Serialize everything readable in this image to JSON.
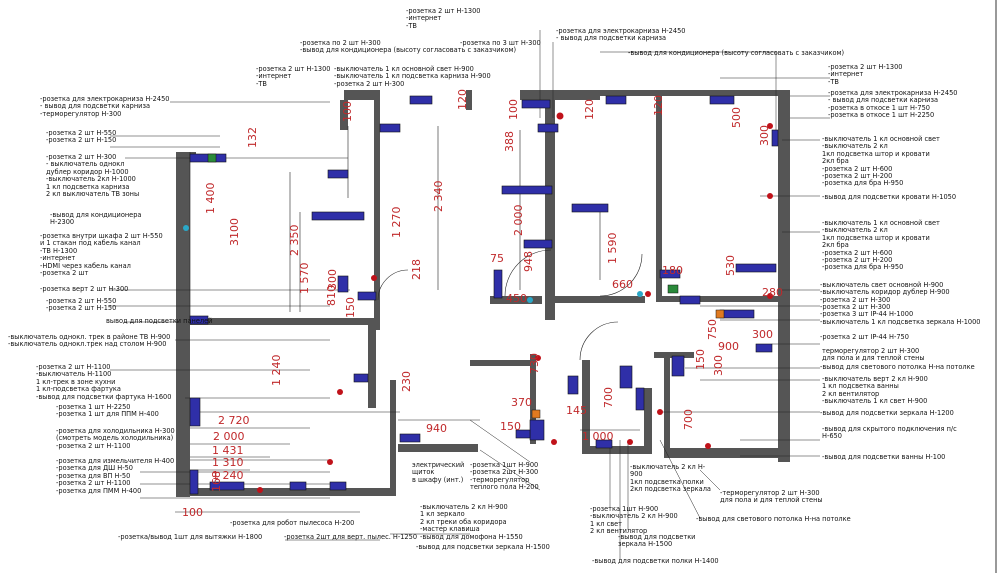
{
  "notes": [
    {
      "id": "t1",
      "lines": [
        "-розетка 2 шт Н-1300",
        "-интернет",
        "-ТВ"
      ]
    },
    {
      "id": "t2",
      "lines": [
        "-розетка по 2 шт Н-300",
        "-вывод для кондиционера (высоту согласовать с заказчиком)"
      ]
    },
    {
      "id": "t3",
      "lines": [
        "-розетка по 3 шт Н-300"
      ]
    },
    {
      "id": "t4",
      "lines": [
        "-розетка для электрокарниза Н-2450",
        "- вывод для подсветки карниза"
      ]
    },
    {
      "id": "t5",
      "lines": [
        "-вывод для кондиционера (высоту согласовать с заказчиком)"
      ]
    },
    {
      "id": "t6",
      "lines": [
        "-розетка 2 шт Н-1300",
        "-интернет",
        "-ТВ"
      ]
    },
    {
      "id": "t7",
      "lines": [
        "-выключатель 1 кл основной свет Н-900",
        "-выключатель 1 кл подсветка карниза Н-900",
        "-розетка 2 шт Н-300"
      ]
    },
    {
      "id": "t8",
      "lines": [
        "-розетка 2 шт Н-1300",
        "-интернет",
        "-ТВ"
      ]
    },
    {
      "id": "t9",
      "lines": [
        "-розетка для электрокарниза Н-2450",
        "- вывод для подсветки карниза",
        "-терморегулятор Н-300"
      ]
    },
    {
      "id": "t10",
      "lines": [
        "-розетка для электрокарниза Н-2450",
        "- вывод для подсветки карниза",
        "-розетка в откосе 1 шт Н-750",
        "-розетка в откосе 1 шт Н-2250"
      ]
    },
    {
      "id": "t11",
      "lines": [
        "-розетка 2 шт Н-550",
        "-розетка 2 шт Н-150"
      ]
    },
    {
      "id": "t12",
      "lines": [
        "-розетка 2 шт Н-300",
        "- выключатель однокл",
        "дублер коридор Н-1000",
        "-выключатель 2кл Н-1000",
        "1 кл подсветка карниза",
        "2 кл выключатель ТВ зоны"
      ]
    },
    {
      "id": "t13",
      "lines": [
        "-выключатель 1 кл основной свет",
        "-выключатель 2 кл",
        "1кл подсветка штор и кровати",
        "2кл бра",
        "-розетка 2 шт Н-600",
        "-розетка 2 шт Н-200",
        "-розетка для бра Н-950"
      ]
    },
    {
      "id": "t14",
      "lines": [
        "-вывод для кондиционера",
        "Н-2300"
      ]
    },
    {
      "id": "t15",
      "lines": [
        "-вывод для подсветки кровати Н-1050"
      ]
    },
    {
      "id": "t16",
      "lines": [
        "-розетка внутри шкафа 2 шт Н-550",
        "и 1 стакан под кабель канал",
        "-ТВ Н-1300",
        "-интернет",
        "-HDMI через кабель канал",
        "-розетка 2 шт"
      ]
    },
    {
      "id": "t17",
      "lines": [
        "-выключатель 1 кл основной свет",
        "-выключатель 2 кл",
        "1кл подсветка штор и кровати",
        "2кл бра",
        "-розетка 2 шт Н-600",
        "-розетка 2 шт Н-200",
        "-розетка для бра Н-950"
      ]
    },
    {
      "id": "t18",
      "lines": [
        "-розетка верт 2 шт Н-300"
      ]
    },
    {
      "id": "t19",
      "lines": [
        "-розетка 2 шт Н-550",
        "-розетка 2 шт Н-150"
      ]
    },
    {
      "id": "t20",
      "lines": [
        "вывод для подсветки панелей"
      ]
    },
    {
      "id": "t21",
      "lines": [
        "-выключатель свет основной Н-900",
        "-выключатель коридор дублер Н-900",
        "-розетка 2 шт Н-300"
      ]
    },
    {
      "id": "t22",
      "lines": [
        "-розетка 2 шт Н-300",
        "-розетка 3 шт IP-44 Н-1000",
        "-выключатель 1 кл подсветка зеркала Н-1000"
      ]
    },
    {
      "id": "t23",
      "lines": [
        "-выключатель однокл. трек в районе ТВ Н-900",
        "-выключатель однокл.трек над столом Н-900"
      ]
    },
    {
      "id": "t24",
      "lines": [
        "-розетка 2 шт IP-44 Н-750"
      ]
    },
    {
      "id": "t25",
      "lines": [
        "терморегулятор 2 шт Н-300",
        "для пола и для теплой стены"
      ]
    },
    {
      "id": "t26",
      "lines": [
        "-розетка 2 шт Н-1100",
        "-выключатель Н-1100",
        "1 кл-трек в зоне кухни",
        "1 кл-подсветка фартука",
        "-вывод для подсветки фартука Н-1600"
      ]
    },
    {
      "id": "t27",
      "lines": [
        "-вывод для светового потолка Н-на потолке"
      ]
    },
    {
      "id": "t28",
      "lines": [
        "-выключатель верт 2 кл Н-900",
        "1 кл подсветка ванны",
        "2 кл вентилятор",
        "-выключатель 1 кл свет Н-900"
      ]
    },
    {
      "id": "t29",
      "lines": [
        "-розетка 1 шт Н-2250",
        "-розетка 1 шт для ППМ Н-400"
      ]
    },
    {
      "id": "t30",
      "lines": [
        "-вывод для подсветки зеркала Н-1200"
      ]
    },
    {
      "id": "t31",
      "lines": [
        "-розетка для холодильника Н-300",
        "(смотреть модель холодильника)",
        "-розетка 2 шт Н-1100"
      ]
    },
    {
      "id": "t32",
      "lines": [
        "-вывод для скрытого подключения п/с",
        "Н-650"
      ]
    },
    {
      "id": "t33",
      "lines": [
        "-розетка для измельчителя Н-400",
        "-розетка для ДШ Н-50",
        "-розетка для ВП Н-50",
        "-розетка 2 шт Н-1100",
        "-розетка для ПММ Н-400"
      ]
    },
    {
      "id": "t34",
      "lines": [
        "-вывод для подсветки ванны Н-100"
      ]
    },
    {
      "id": "t35",
      "lines": [
        "электрический",
        "щиток",
        "в шкафу (инт.)"
      ]
    },
    {
      "id": "t36",
      "lines": [
        "-розетка 1шт Н-900",
        "-розетка 2шт Н-300",
        "-терморегулятор",
        "теплого пола Н-200"
      ]
    },
    {
      "id": "t37",
      "lines": [
        "-выключатель 2 кл Н-",
        "900",
        "1кл подсветка полки",
        "2кл подсветка зеркала"
      ]
    },
    {
      "id": "t38",
      "lines": [
        "-терморегулятор 2 шт Н-300",
        "для пола и для теплой стены"
      ]
    },
    {
      "id": "t39",
      "lines": [
        "-выключатель 2 кл Н-900",
        "1 кл зеркало",
        "2 кл треки оба коридора",
        "-мастер клавиша",
        "-вывод для домофона Н-1550"
      ]
    },
    {
      "id": "t40",
      "lines": [
        "-розетка 1шт Н-900",
        "-выключатель 2 кл Н-900",
        "1 кл свет",
        "2 кл вентилятор"
      ]
    },
    {
      "id": "t41",
      "lines": [
        "-вывод для светового потолка Н-на потолке"
      ]
    },
    {
      "id": "t42",
      "lines": [
        "-розетка для робот пылесоса Н-200"
      ]
    },
    {
      "id": "t43",
      "lines": [
        "-розетка/вывод 1шт для вытяжки Н-1800"
      ]
    },
    {
      "id": "t44",
      "lines": [
        "-розетка 2шт для верт. пылес. Н-1250"
      ]
    },
    {
      "id": "t45",
      "lines": [
        "-вывод для подсветки зеркала Н-1500"
      ]
    },
    {
      "id": "t46",
      "lines": [
        "-вывод для подсветки",
        "зеркала Н-1500"
      ]
    },
    {
      "id": "t47",
      "lines": [
        "-вывод для подсветки полки Н-1400"
      ]
    }
  ],
  "dimensions": [
    {
      "id": "d1",
      "text": "100"
    },
    {
      "id": "d2",
      "text": "120"
    },
    {
      "id": "d3",
      "text": "120"
    },
    {
      "id": "d4",
      "text": "132"
    },
    {
      "id": "d5",
      "text": "388"
    },
    {
      "id": "d6",
      "text": "100"
    },
    {
      "id": "d7",
      "text": "120"
    },
    {
      "id": "d8",
      "text": "500"
    },
    {
      "id": "d9",
      "text": "300"
    },
    {
      "id": "d10",
      "text": "1 400"
    },
    {
      "id": "d11",
      "text": "2 340"
    },
    {
      "id": "d12",
      "text": "3100"
    },
    {
      "id": "d13",
      "text": "1 270"
    },
    {
      "id": "d14",
      "text": "2 000"
    },
    {
      "id": "d15",
      "text": "2 350"
    },
    {
      "id": "d16",
      "text": "1 590"
    },
    {
      "id": "d17",
      "text": "75"
    },
    {
      "id": "d18",
      "text": "948"
    },
    {
      "id": "d19",
      "text": "218"
    },
    {
      "id": "d20",
      "text": "660"
    },
    {
      "id": "d21",
      "text": "180"
    },
    {
      "id": "d22",
      "text": "530"
    },
    {
      "id": "d23",
      "text": "280"
    },
    {
      "id": "d24",
      "text": "1 570"
    },
    {
      "id": "d25",
      "text": "810"
    },
    {
      "id": "d26",
      "text": "450"
    },
    {
      "id": "d27",
      "text": "300"
    },
    {
      "id": "d28",
      "text": "150"
    },
    {
      "id": "d29",
      "text": "900"
    },
    {
      "id": "d30",
      "text": "300"
    },
    {
      "id": "d31",
      "text": "750"
    },
    {
      "id": "d32",
      "text": "150"
    },
    {
      "id": "d33",
      "text": "300"
    },
    {
      "id": "d34",
      "text": "1 240"
    },
    {
      "id": "d35",
      "text": "230"
    },
    {
      "id": "d36",
      "text": "730"
    },
    {
      "id": "d37",
      "text": "370"
    },
    {
      "id": "d38",
      "text": "145"
    },
    {
      "id": "d39",
      "text": "700"
    },
    {
      "id": "d40",
      "text": "2 720"
    },
    {
      "id": "d41",
      "text": "940"
    },
    {
      "id": "d42",
      "text": "2 000"
    },
    {
      "id": "d43",
      "text": "150"
    },
    {
      "id": "d44",
      "text": "1 000"
    },
    {
      "id": "d45",
      "text": "700"
    },
    {
      "id": "d46",
      "text": "1 431"
    },
    {
      "id": "d47",
      "text": "1 310"
    },
    {
      "id": "d48",
      "text": "1 240"
    },
    {
      "id": "d49",
      "text": "168"
    },
    {
      "id": "d50",
      "text": "100"
    }
  ]
}
